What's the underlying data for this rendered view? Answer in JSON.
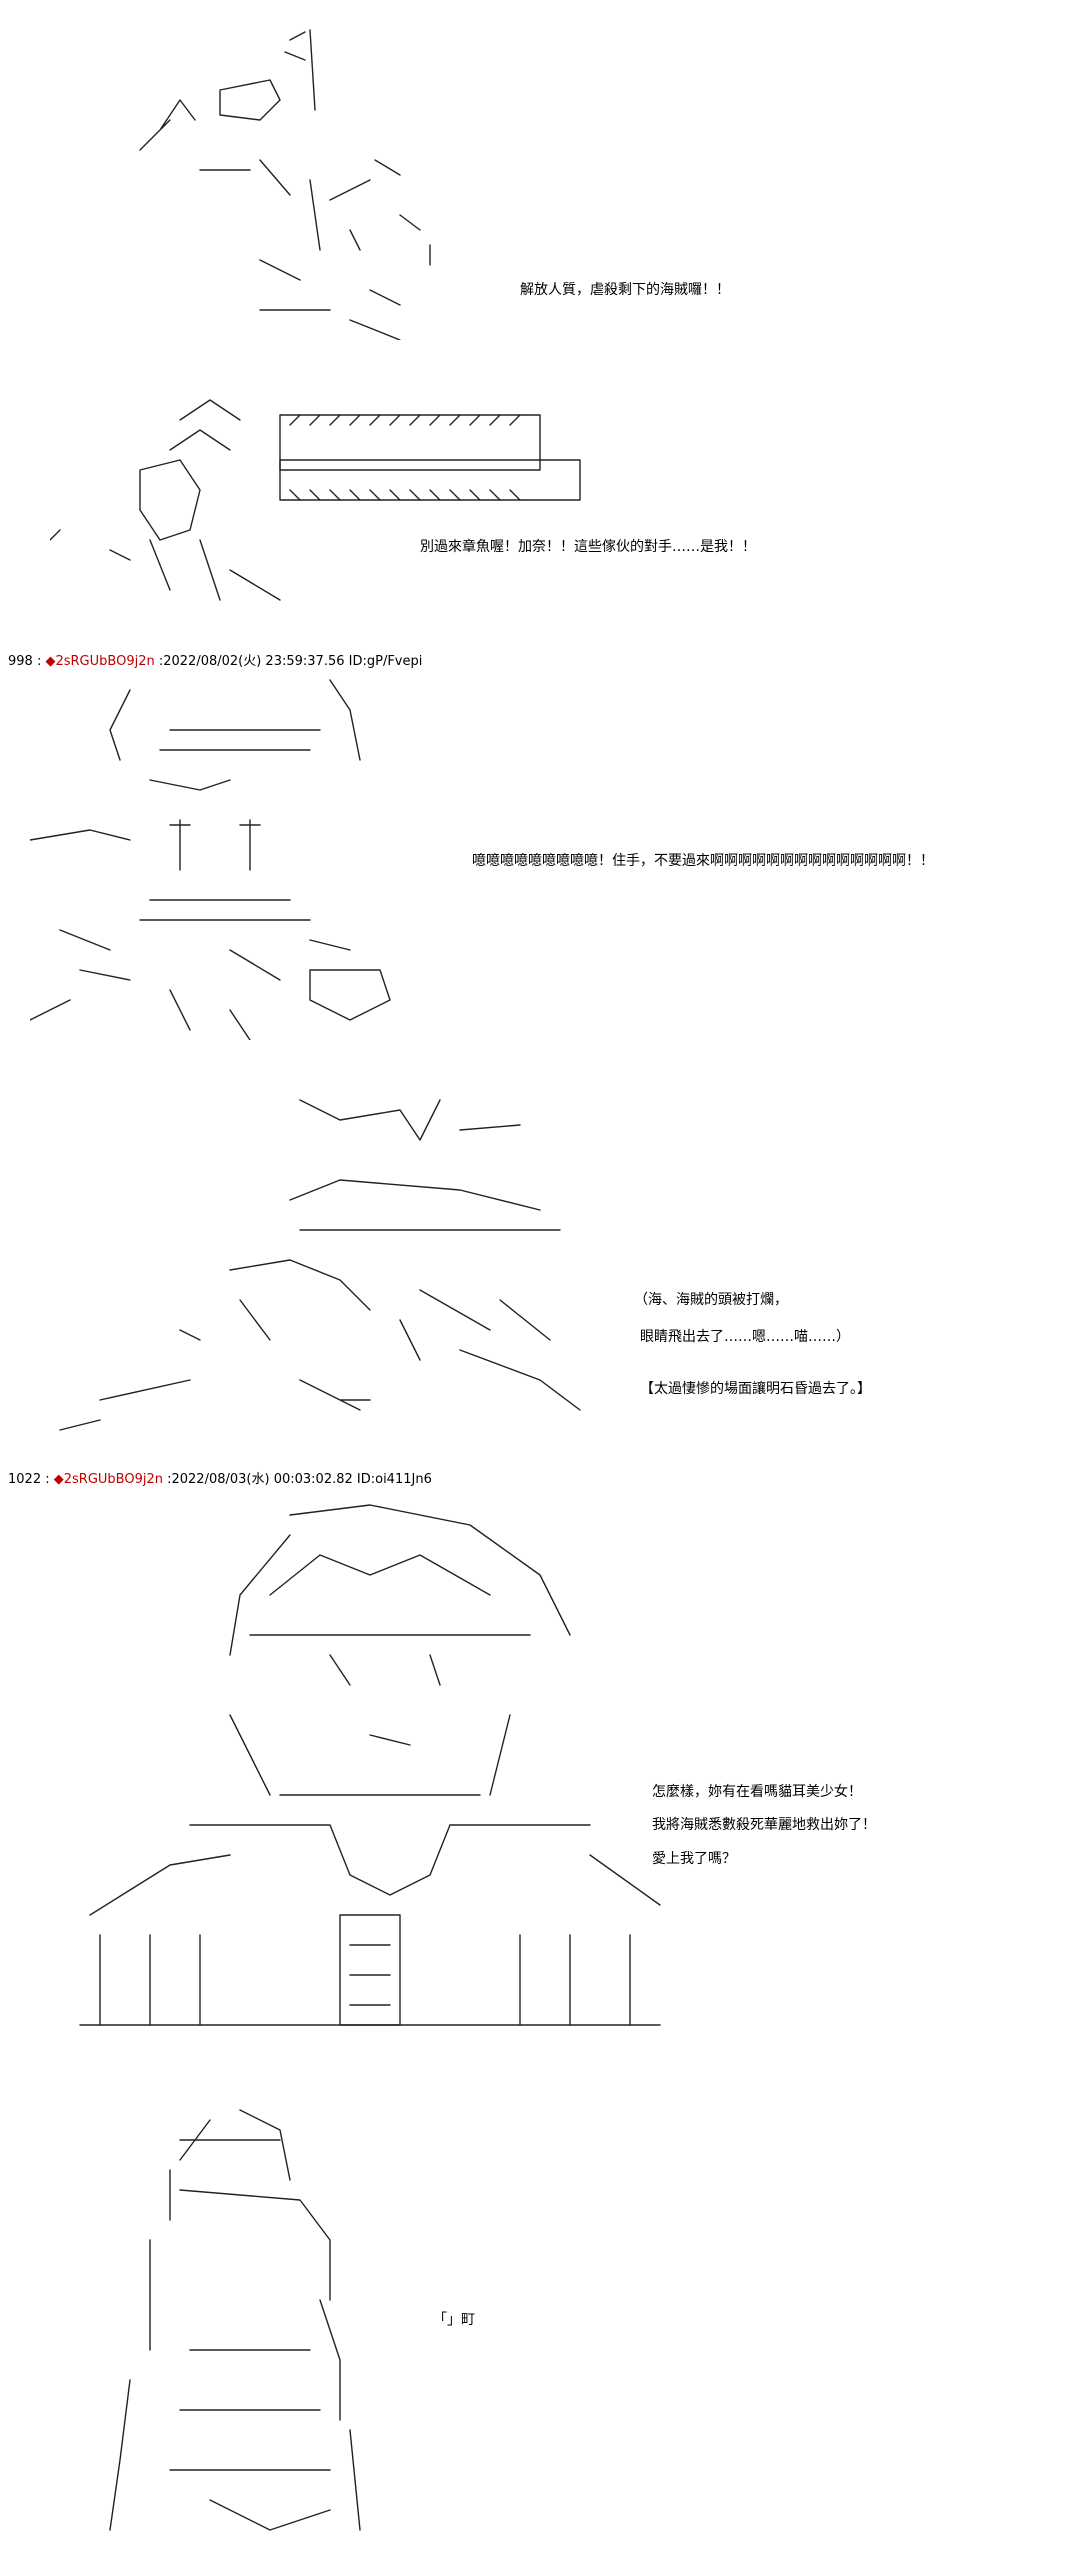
{
  "headers": [
    {
      "number": "998",
      "separator": " : ",
      "name": "◆2sRGUbBO9j2n",
      "meta": " :2022/08/02(火) 23:59:37.56 ID:gP/Fvepi"
    },
    {
      "number": "1022",
      "separator": " : ",
      "name": "◆2sRGUbBO9j2n",
      "meta": " :2022/08/03(水) 00:03:02.82 ID:oi411Jn6"
    }
  ],
  "dialogs": {
    "panel1": "解放人質，虐殺剩下的海賊囉！！",
    "panel2": "別過來章魚喔！加奈！！這些傢伙的對手……是我！！",
    "panel3": "噫噫噫噫噫噫噫噫噫！住手，不要過來啊啊啊啊啊啊啊啊啊啊啊啊啊啊！！",
    "panel4_line1": "（海、海賊的頭被打爛，",
    "panel4_line2": "眼睛飛出去了……嗯……喵……）",
    "panel4_line3": "【太過悽慘的場面讓明石昏過去了。】",
    "panel5_line1": "怎麼樣，妳有在看嗎貓耳美少女！",
    "panel5_line2": "我將海賊悉數殺死華麗地救出妳了！",
    "panel5_line3": "愛上我了嗎？",
    "panel6": "「」町"
  }
}
